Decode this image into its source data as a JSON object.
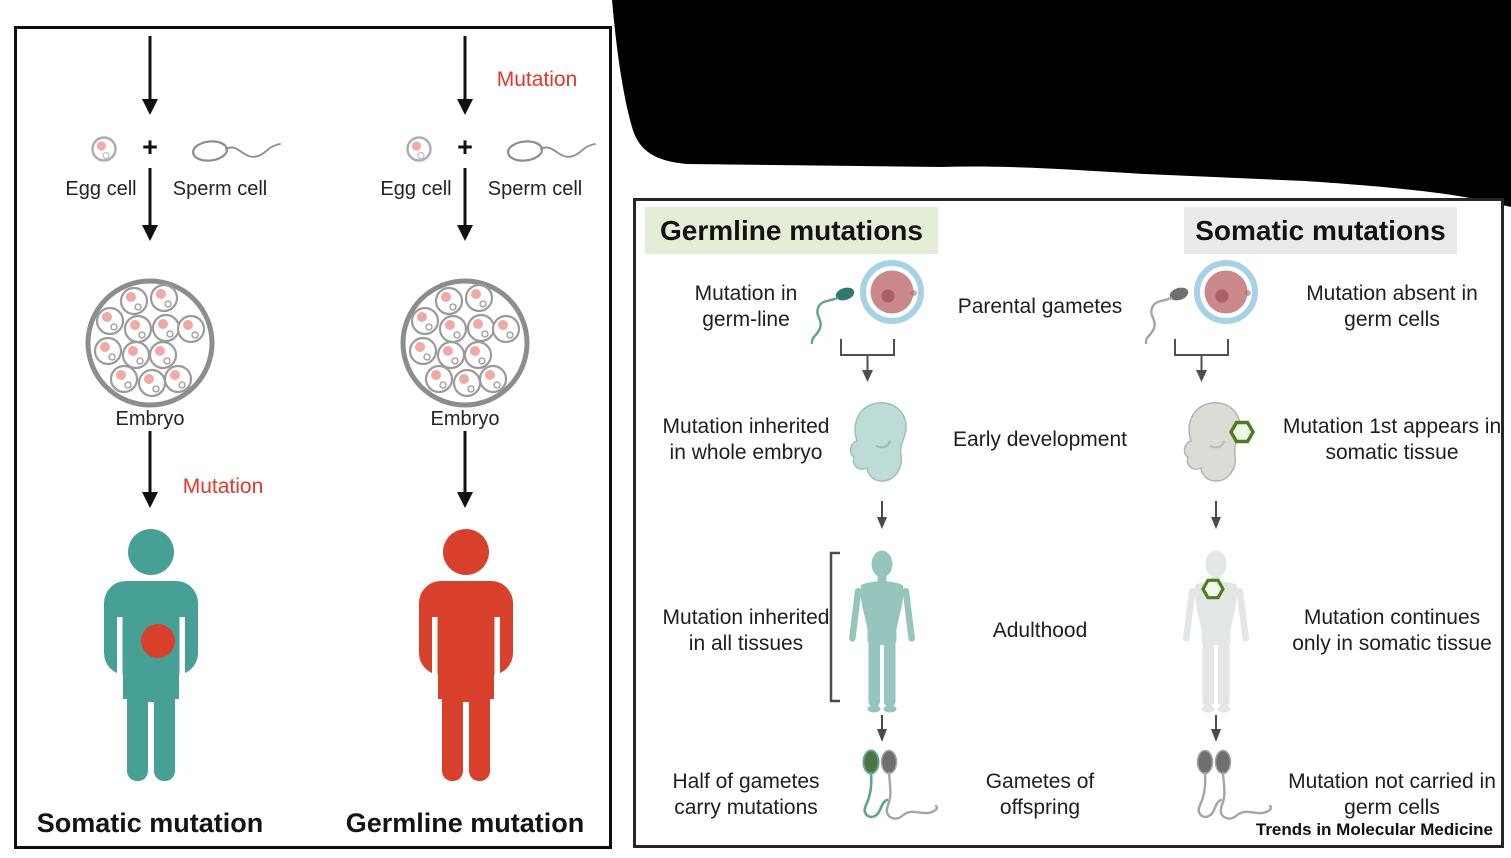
{
  "colors": {
    "somatic_person": "#47a096",
    "germline_person": "#d8402c",
    "mutation_spot": "#d8402c",
    "mutation_text": "#e0392c",
    "germline_header_bg": "#e4eed6",
    "somatic_header_bg": "#eaeaea",
    "egg_ring": "#a6d2e6",
    "egg_cytoplasm": "#c9898b",
    "egg_nucleus": "#ae5f63",
    "teal_sperm_head": "#2f7a6d",
    "teal_sperm_tail": "#5fa392",
    "gray_sperm_head": "#6f6f6f",
    "gray_sperm_tail": "#a5a5a5",
    "green_sperm_head": "#4c7340",
    "fetus_teal": "#bedcd7",
    "fetus_gray": "#dcdcd7",
    "adult_teal": "#96c5be",
    "adult_gray": "#e2e7e5",
    "mutation_hex_ring": "#4e7d21",
    "embryo_cell_nucleus": "#f0a9a3"
  },
  "icons": {
    "down_arrow": "↓",
    "plus_sign": "+"
  },
  "left_panel": {
    "plus": "+",
    "somatic_column": {
      "egg_label": "Egg cell",
      "sperm_label": "Sperm cell",
      "embryo_label": "Embryo",
      "mutation_label": "Mutation",
      "title": "Somatic mutation"
    },
    "germline_column": {
      "mutation_label": "Mutation",
      "egg_label": "Egg cell",
      "sperm_label": "Sperm cell",
      "embryo_label": "Embryo",
      "title": "Germline mutation"
    }
  },
  "right_panel": {
    "germline_header": "Germline mutations",
    "somatic_header": "Somatic mutations",
    "rows": [
      {
        "left": [
          "Mutation in",
          "germ-line"
        ],
        "center": [
          "Parental gametes"
        ],
        "right": [
          "Mutation absent in",
          "germ cells"
        ]
      },
      {
        "left": [
          "Mutation inherited",
          "in whole embryo"
        ],
        "center": [
          "Early development"
        ],
        "right": [
          "Mutation 1st appears in",
          "somatic tissue"
        ]
      },
      {
        "left": [
          "Mutation inherited",
          "in all tissues"
        ],
        "center": [
          "Adulthood"
        ],
        "right": [
          "Mutation continues",
          "only in somatic tissue"
        ]
      },
      {
        "left": [
          "Half of gametes",
          "carry mutations"
        ],
        "center": [
          "Gametes of",
          "offspring"
        ],
        "right": [
          "Mutation not carried in",
          "germ cells"
        ]
      }
    ],
    "brand": "Trends in Molecular Medicine"
  }
}
